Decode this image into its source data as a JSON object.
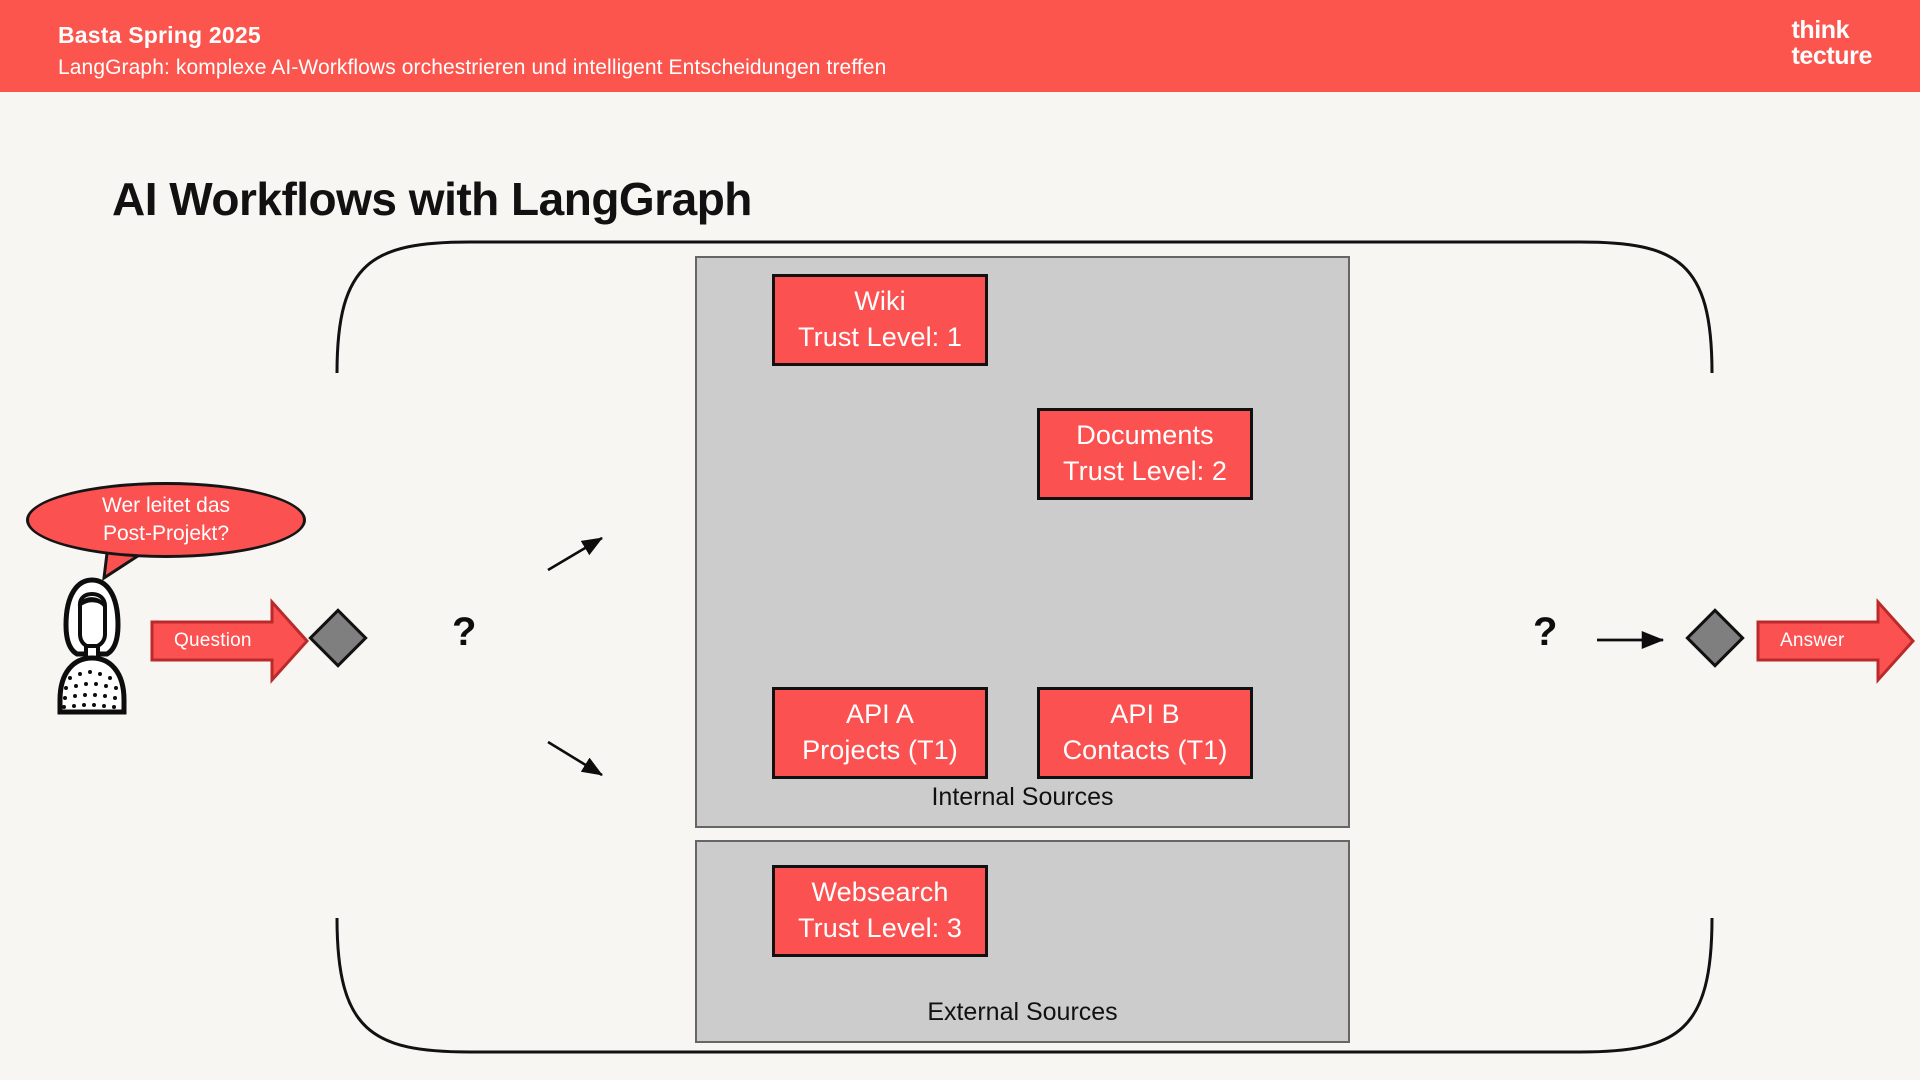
{
  "header": {
    "title": "Basta Spring 2025",
    "subtitle": "LangGraph: komplexe AI-Workflows orchestrieren und intelligent Entscheidungen treffen",
    "logo_line1": "think",
    "logo_line2": "tecture",
    "background_color": "#fb554d"
  },
  "slide": {
    "title": "AI Workflows with LangGraph",
    "background_color": "#f7f6f3"
  },
  "user": {
    "avatar_icon": "person-avatar-icon",
    "speech_bubble_line1": "Wer leitet das",
    "speech_bubble_line2": "Post-Projekt?"
  },
  "flow": {
    "question_arrow_label": "Question",
    "answer_arrow_label": "Answer",
    "decision_node_icon": "diamond-decision-icon",
    "branch_marker": "?",
    "accent_color": "#fb5151",
    "node_fill_color": "#fb5151",
    "panel_fill_color": "#cccccc",
    "diamond_fill_color": "#7f7f7f"
  },
  "panels": [
    {
      "id": "internal",
      "caption": "Internal Sources",
      "boxes": [
        {
          "id": "wiki",
          "line1": "Wiki",
          "line2": "Trust Level: 1",
          "icon": "database-icon"
        },
        {
          "id": "documents",
          "line1": "Documents",
          "line2": "Trust Level: 2",
          "icon": "globe-cursor-icon"
        },
        {
          "id": "api-a",
          "line1": "API A",
          "line2": "Projects (T1)",
          "icon": ""
        },
        {
          "id": "api-b",
          "line1": "API B",
          "line2": "Contacts (T1)",
          "icon": ""
        }
      ]
    },
    {
      "id": "external",
      "caption": "External Sources",
      "boxes": [
        {
          "id": "websearch",
          "line1": "Websearch",
          "line2": "Trust Level: 3",
          "icon": "globe-cursor-icon"
        }
      ]
    }
  ]
}
